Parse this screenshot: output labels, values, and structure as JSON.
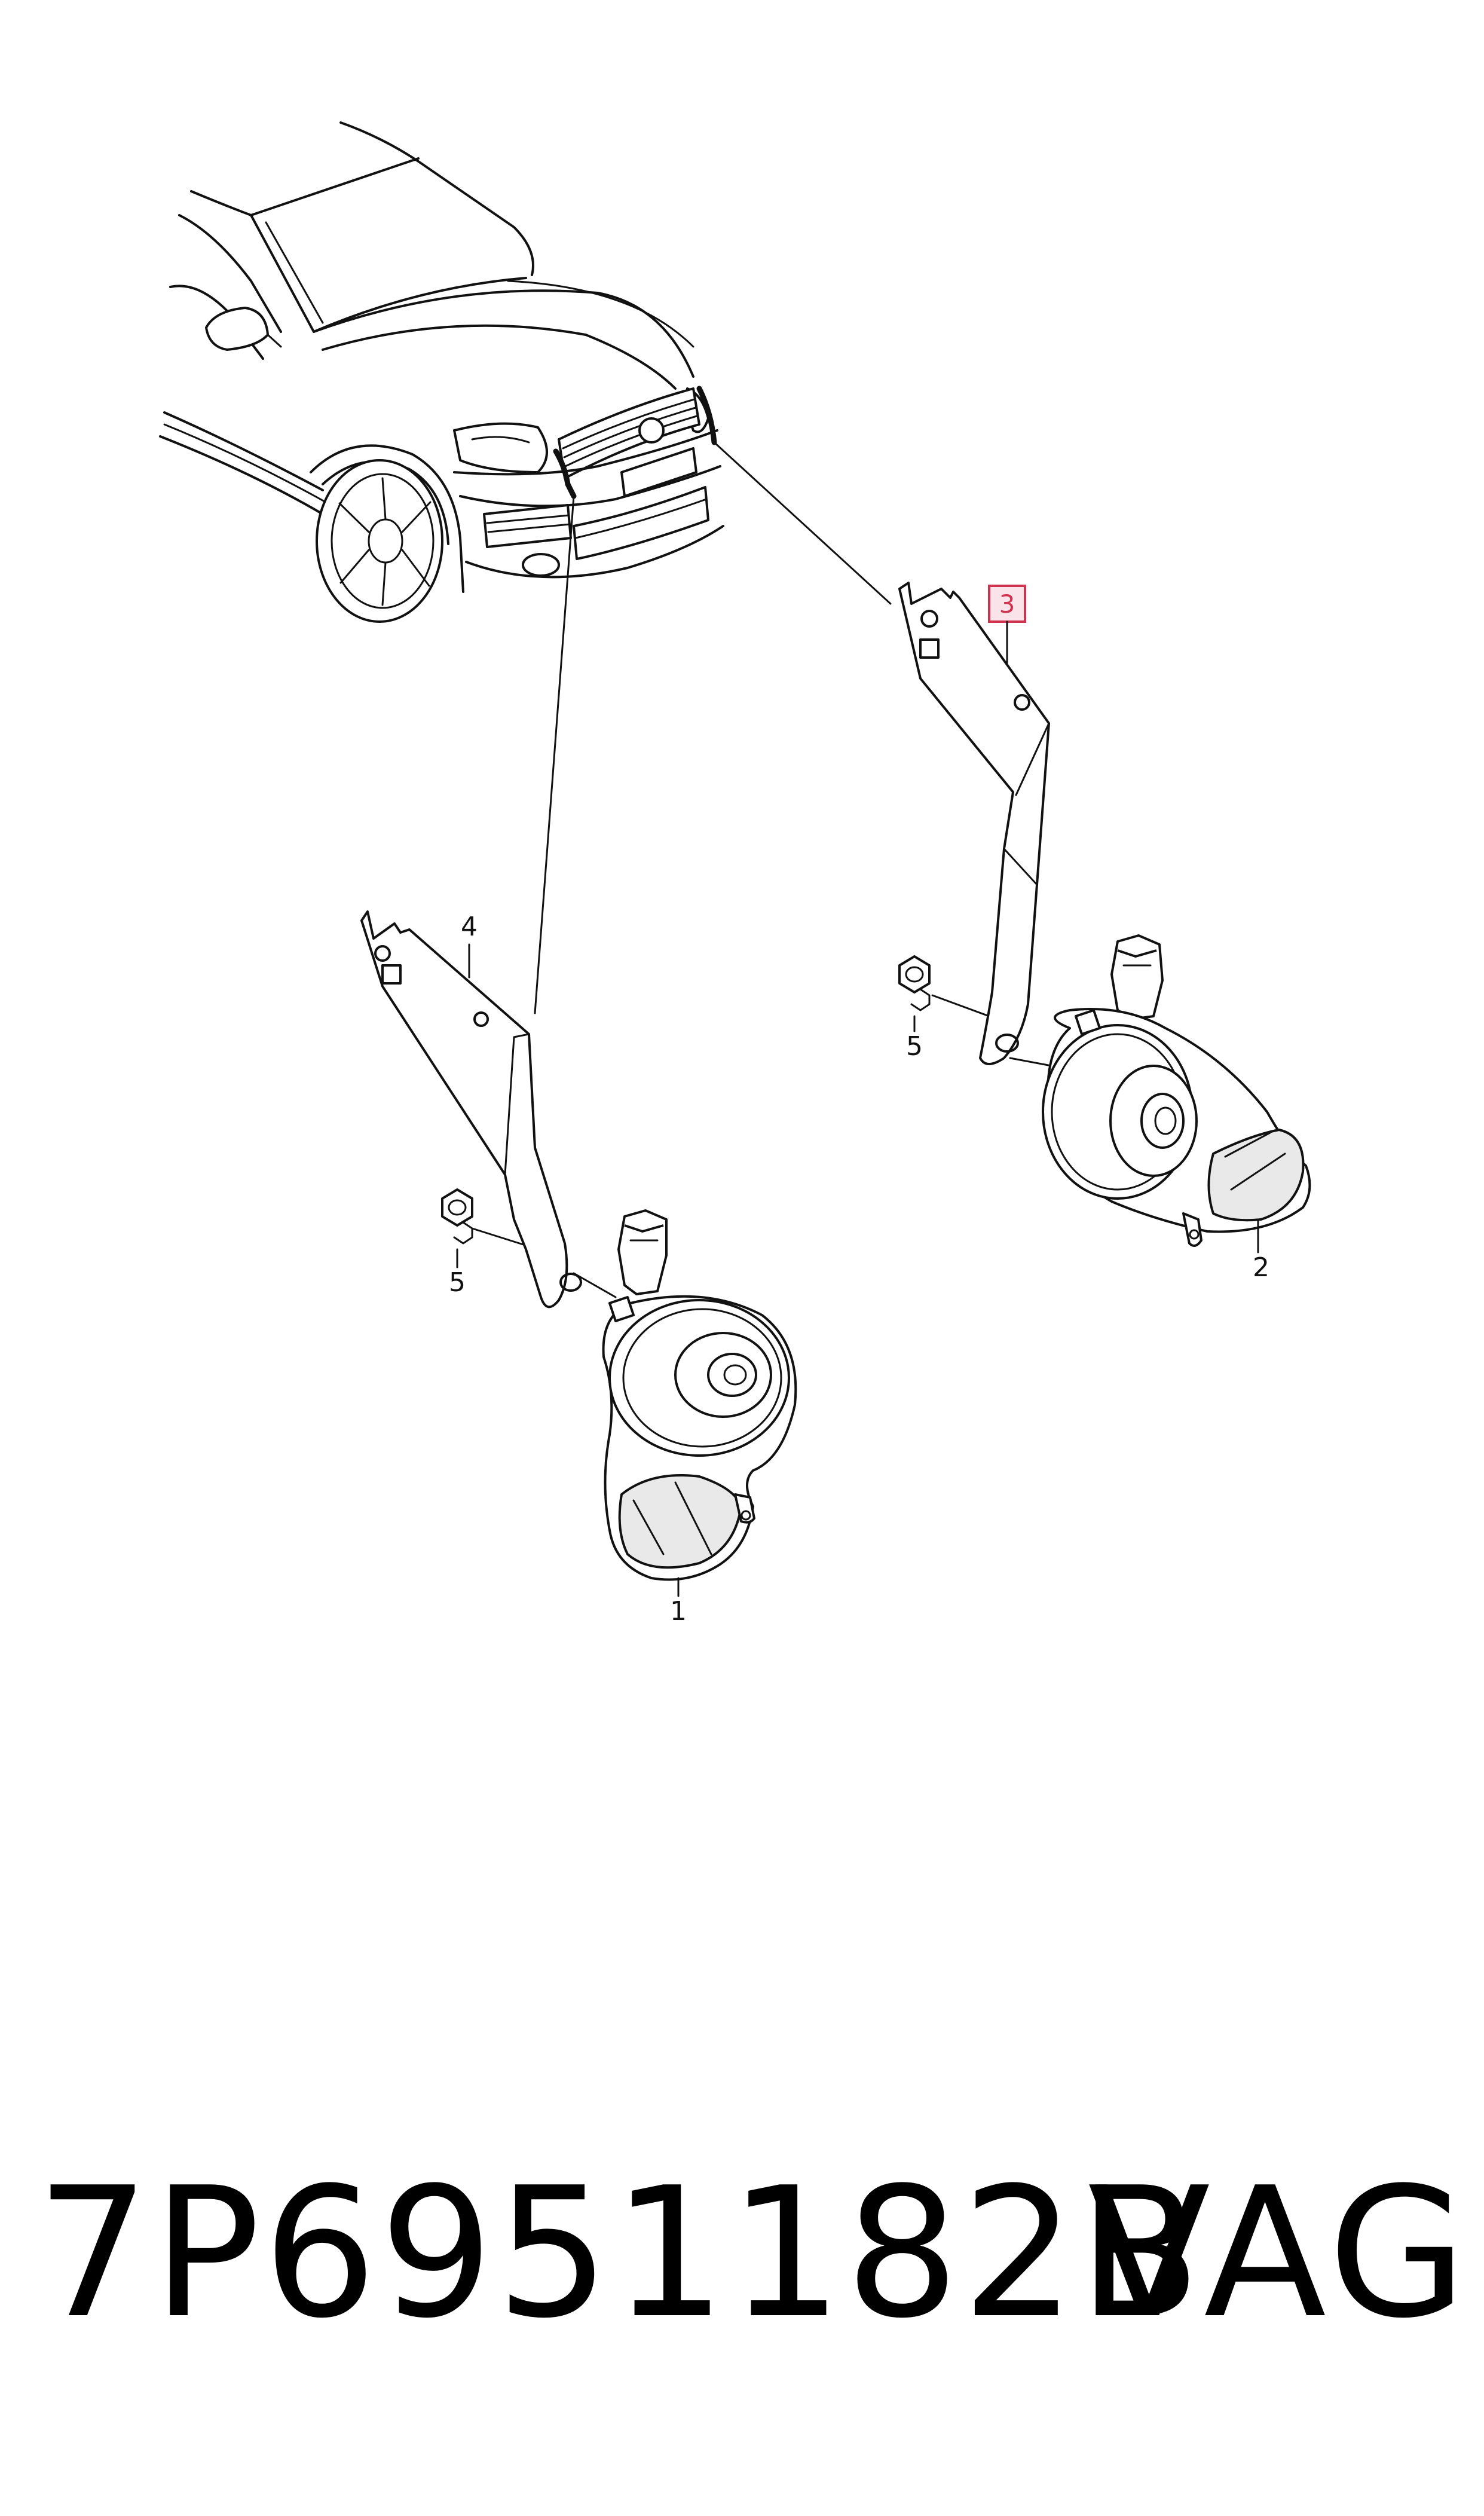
{
  "callouts": {
    "horn_left": "1",
    "horn_right": "2",
    "bracket_right": "3",
    "bracket_left": "4",
    "nut_right": "5",
    "nut_left": "5"
  },
  "highlighted_callout": "3",
  "footer": {
    "part_number": "7P6951182B",
    "brand": "VAG"
  },
  "colors": {
    "highlight_stroke": "#d0334e",
    "highlight_fill": "#fbe3ea",
    "line": "#111111"
  }
}
